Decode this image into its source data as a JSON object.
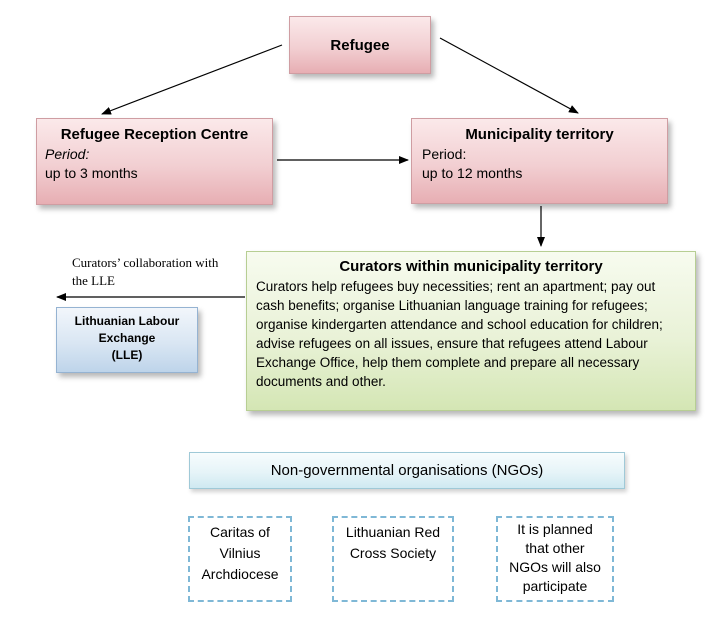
{
  "refugee": {
    "title": "Refugee"
  },
  "reception": {
    "title": "Refugee Reception Centre",
    "period_label": "Period:",
    "period_value": "up to 3 months"
  },
  "municipality": {
    "title": "Municipality territory",
    "period_label": "Period:",
    "period_value": "up to 12 months"
  },
  "curators": {
    "title": "Curators within municipality territory",
    "body": "Curators help refugees buy necessities; rent an apartment; pay out cash benefits; organise Lithuanian language training for refugees; organise kindergarten attendance and school education for children; advise refugees on all issues, ensure that refugees attend Labour Exchange Office, help them complete and prepare all necessary documents and other."
  },
  "collab_label": {
    "line1": "Curators’ collaboration with",
    "line2": "the LLE"
  },
  "lle": {
    "line1": "Lithuanian Labour",
    "line2": "Exchange",
    "line3": "(LLE)"
  },
  "ngo": {
    "title": "Non-governmental organisations (NGOs)"
  },
  "ngo_items": [
    {
      "lines": [
        "Caritas of",
        "Vilnius",
        "Archdiocese"
      ]
    },
    {
      "lines": [
        "Lithuanian Red",
        "Cross Society"
      ]
    },
    {
      "lines": [
        "It is planned",
        "that other",
        "NGOs will also",
        "participate"
      ]
    }
  ]
}
